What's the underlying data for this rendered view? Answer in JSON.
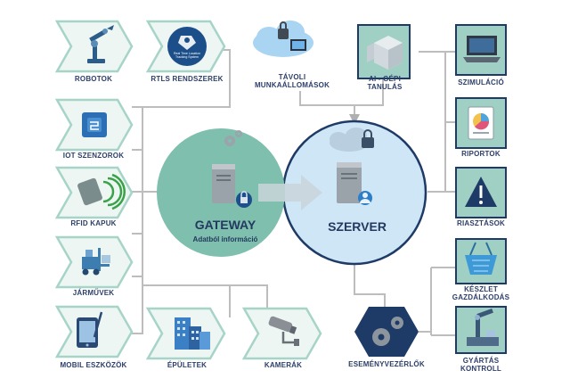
{
  "left_items": [
    {
      "label": "ROBOTOK",
      "icon": "robot-arm-icon"
    },
    {
      "label": "IOT SZENZOROK",
      "icon": "chip-icon"
    },
    {
      "label": "RFID KAPUK",
      "icon": "rfid-card-icon"
    },
    {
      "label": "JÁRMŰVEK",
      "icon": "forklift-icon"
    },
    {
      "label": "MOBIL ESZKÖZÖK",
      "icon": "tablet-icon"
    }
  ],
  "bottom_items": [
    {
      "label": "ÉPÜLETEK",
      "icon": "buildings-icon"
    },
    {
      "label": "KAMERÁK",
      "icon": "security-camera-icon"
    }
  ],
  "rtls": {
    "label": "RTLS RENDSZEREK",
    "icon": "location-pin-icon",
    "badge_text": "Real Time Location Tracking System"
  },
  "gateway": {
    "title": "GATEWAY",
    "subtitle": "Adatból információ"
  },
  "server": {
    "title": "SZERVER"
  },
  "top_items": [
    {
      "label_line1": "TÁVOLI",
      "label_line2": "MUNKAÁLLOMÁSOK",
      "icon": "cloud-computer-icon"
    },
    {
      "label_line1": "AI - GÉPI",
      "label_line2": "TANULÁS",
      "icon": "ai-cube-icon"
    }
  ],
  "right_items": [
    {
      "label_line1": "SZIMULÁCIÓ",
      "label_line2": "",
      "icon": "laptop-icon"
    },
    {
      "label_line1": "RIPORTOK",
      "label_line2": "",
      "icon": "report-chart-icon"
    },
    {
      "label_line1": "RIASZTÁSOK",
      "label_line2": "",
      "icon": "warning-icon"
    },
    {
      "label_line1": "KÉSZLET",
      "label_line2": "GAZDÁLKODÁS",
      "icon": "basket-icon"
    },
    {
      "label_line1": "GYÁRTÁS",
      "label_line2": "KONTROLL",
      "icon": "factory-robot-icon"
    }
  ],
  "event": {
    "label": "ESEMÉNYVEZÉRLŐK",
    "icon": "gears-icon"
  },
  "colors": {
    "teal": "#7fbfae",
    "teal_dark": "#4f9a88",
    "light_blue": "#cfe6f7",
    "navy": "#1e3a66",
    "connector": "#b8b8b8",
    "chevron_fill": "#eef6f3",
    "chevron_stroke": "#9fd0c3"
  }
}
